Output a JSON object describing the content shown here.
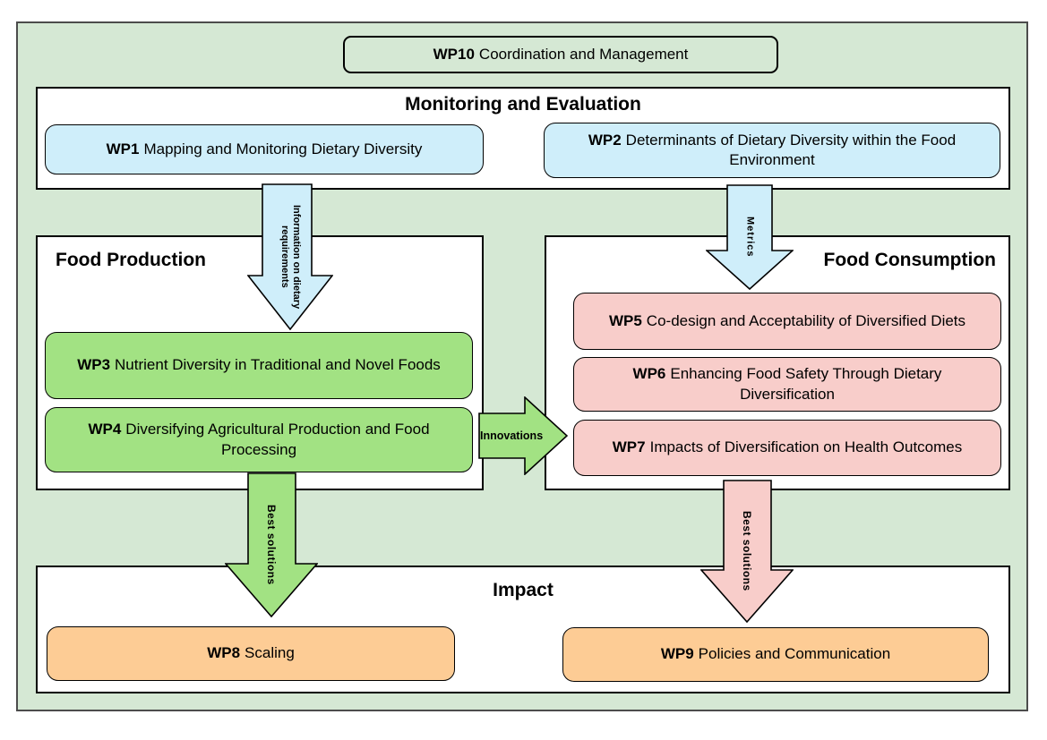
{
  "wp10": {
    "id": "WP10",
    "title": "Coordination and Management"
  },
  "sections": {
    "monitoring_evaluation": {
      "title": "Monitoring and Evaluation",
      "items": [
        {
          "id": "WP1",
          "title": "Mapping and Monitoring Dietary Diversity"
        },
        {
          "id": "WP2",
          "title": "Determinants of Dietary Diversity within the Food Environment"
        }
      ]
    },
    "food_production": {
      "title": "Food Production",
      "items": [
        {
          "id": "WP3",
          "title": "Nutrient Diversity in Traditional and Novel Foods"
        },
        {
          "id": "WP4",
          "title": "Diversifying Agricultural Production and Food Processing"
        }
      ]
    },
    "food_consumption": {
      "title": "Food Consumption",
      "items": [
        {
          "id": "WP5",
          "title": "Co-design and Acceptability of Diversified Diets"
        },
        {
          "id": "WP6",
          "title": "Enhancing Food Safety Through Dietary Diversification"
        },
        {
          "id": "WP7",
          "title": "Impacts of Diversification on Health Outcomes"
        }
      ]
    },
    "impact": {
      "title": "Impact",
      "items": [
        {
          "id": "WP8",
          "title": "Scaling"
        },
        {
          "id": "WP9",
          "title": "Policies and Communication"
        }
      ]
    }
  },
  "arrows": {
    "info_requirements": {
      "label": "Information on dietary requirements",
      "direction": "down"
    },
    "metrics": {
      "label": "Metrics",
      "direction": "down"
    },
    "innovations": {
      "label": "Innovations",
      "direction": "right"
    },
    "best_solutions_left": {
      "label": "Best solutions",
      "direction": "down"
    },
    "best_solutions_right": {
      "label": "Best solutions",
      "direction": "down"
    }
  },
  "colors": {
    "background_green": "#d5e8d4",
    "box_blue": "#cfeefa",
    "box_green": "#a2e283",
    "box_pink": "#f8cdca",
    "box_orange": "#fdcc95",
    "section_fill": "#ffffff",
    "border": "#000000"
  }
}
